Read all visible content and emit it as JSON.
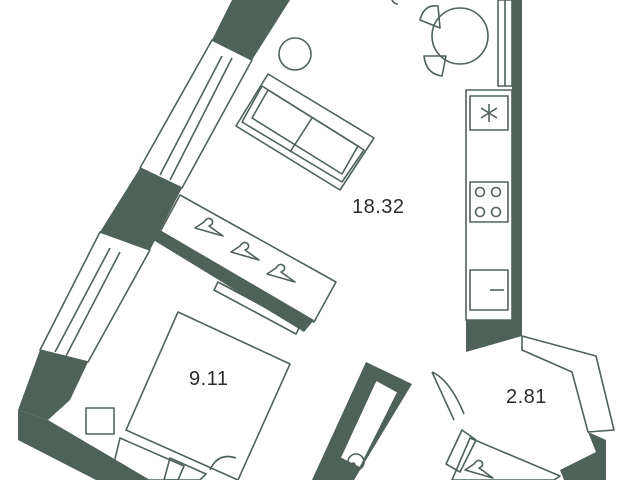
{
  "rooms": [
    {
      "name": "living-kitchen",
      "area": "18.32"
    },
    {
      "name": "bedroom",
      "area": "9.11"
    },
    {
      "name": "bathroom",
      "area": "2.81"
    }
  ],
  "colors": {
    "wall": "#4f6259",
    "line": "#4f6259",
    "background": "#ffffff",
    "label": "#2b2b2b"
  }
}
